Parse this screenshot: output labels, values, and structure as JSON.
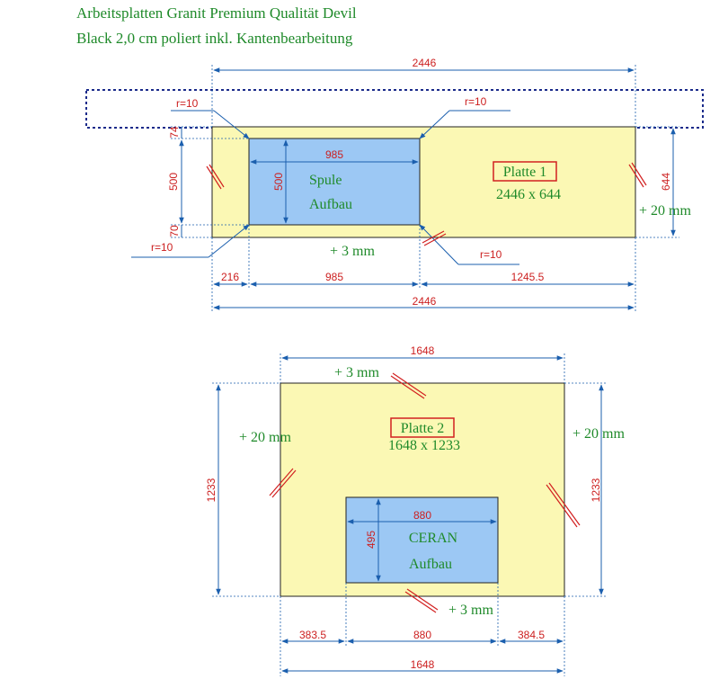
{
  "title": {
    "line1": "Arbeitsplatten Granit Premium Qualität Devil",
    "line2": "Black 2,0 cm poliert inkl. Kantenbearbeitung"
  },
  "colors": {
    "slab": "#fbf8b4",
    "cutout": "#9cc8f4",
    "dimension_line": "#1b5fae",
    "dimension_text": "#cc1f1f",
    "label_text": "#1f8a2a",
    "label_box": "#d22020"
  },
  "plate1": {
    "name": "Platte 1",
    "size": "2446 x 644",
    "dim_top": "2446",
    "dim_left": "500",
    "dim_left_top": "74",
    "dim_left_bottom": "70",
    "dim_right": "644",
    "edge_right": "+ 20 mm",
    "edge_bottom": "+ 3 mm",
    "radius_tl": "r=10",
    "radius_tr": "r=10",
    "radius_bl": "r=10",
    "radius_br": "r=10",
    "bottom_segments": [
      "216",
      "985",
      "1245.5"
    ],
    "dim_bottom_total": "2446",
    "cutout": {
      "name": "Spule",
      "sub": "Aufbau",
      "width": "985",
      "height": "500"
    }
  },
  "plate2": {
    "name": "Platte 2",
    "size": "1648 x 1233",
    "dim_top": "1648",
    "dim_left": "1233",
    "dim_right": "1233",
    "edge_top": "+ 3 mm",
    "edge_left": "+ 20  mm",
    "edge_right": "+ 20  mm",
    "edge_bottom": "+ 3 mm",
    "bottom_segments": [
      "383.5",
      "880",
      "384.5"
    ],
    "dim_bottom_total": "1648",
    "cutout": {
      "name": "CERAN",
      "sub": "Aufbau",
      "width": "880",
      "height": "495"
    }
  }
}
